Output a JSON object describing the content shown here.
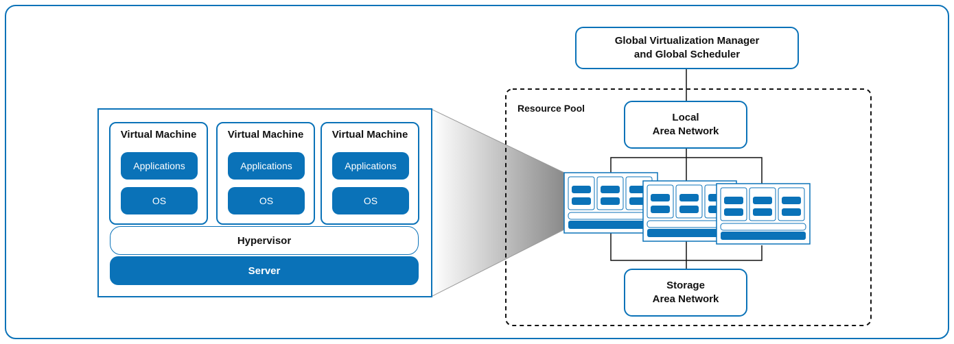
{
  "global_manager": {
    "line1": "Global Virtualization Manager",
    "line2": "and Global Scheduler"
  },
  "resource_pool": {
    "label": "Resource Pool",
    "lan": {
      "line1": "Local",
      "line2": "Area Network"
    },
    "san": {
      "line1": "Storage",
      "line2": "Area Network"
    }
  },
  "server_detail": {
    "virtual_machines": [
      {
        "title": "Virtual Machine",
        "apps": "Applications",
        "os": "OS"
      },
      {
        "title": "Virtual Machine",
        "apps": "Applications",
        "os": "OS"
      },
      {
        "title": "Virtual Machine",
        "apps": "Applications",
        "os": "OS"
      }
    ],
    "hypervisor": "Hypervisor",
    "server": "Server"
  },
  "colors": {
    "accent": "#0a72b8",
    "background": "#ffffff",
    "text": "#111111"
  }
}
